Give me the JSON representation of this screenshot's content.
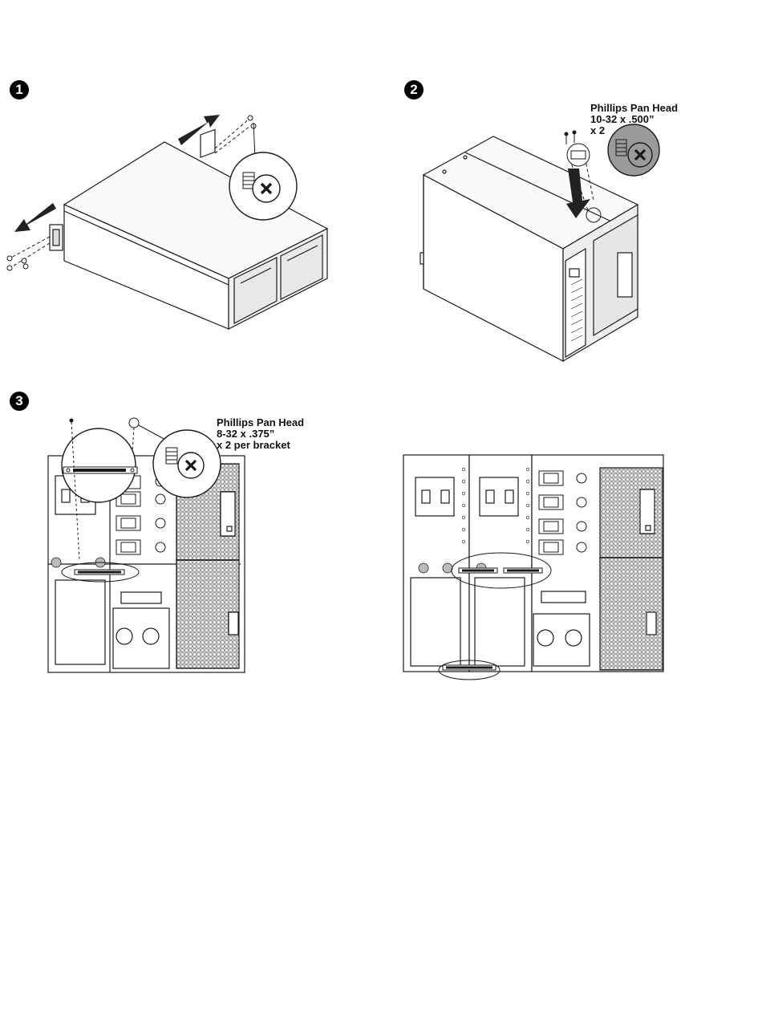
{
  "steps": [
    {
      "number": "1"
    },
    {
      "number": "2",
      "callout": {
        "line1": "Phillips Pan Head",
        "line2": "10-32 x .500”",
        "line3": "x 2"
      }
    },
    {
      "number": "3",
      "callout": {
        "line1": "Phillips Pan Head",
        "line2": "8-32 x .375”",
        "line3": "x 2 per bracket"
      }
    }
  ],
  "colors": {
    "line": "#1a1a1a",
    "arrow": "#222222",
    "screw_fill": "#9a9a9a",
    "panel_fill": "#f4f4f4"
  },
  "icons": [
    "arrow-icon",
    "screw-icon",
    "bracket-icon",
    "outlet-icon",
    "breaker-icon"
  ]
}
